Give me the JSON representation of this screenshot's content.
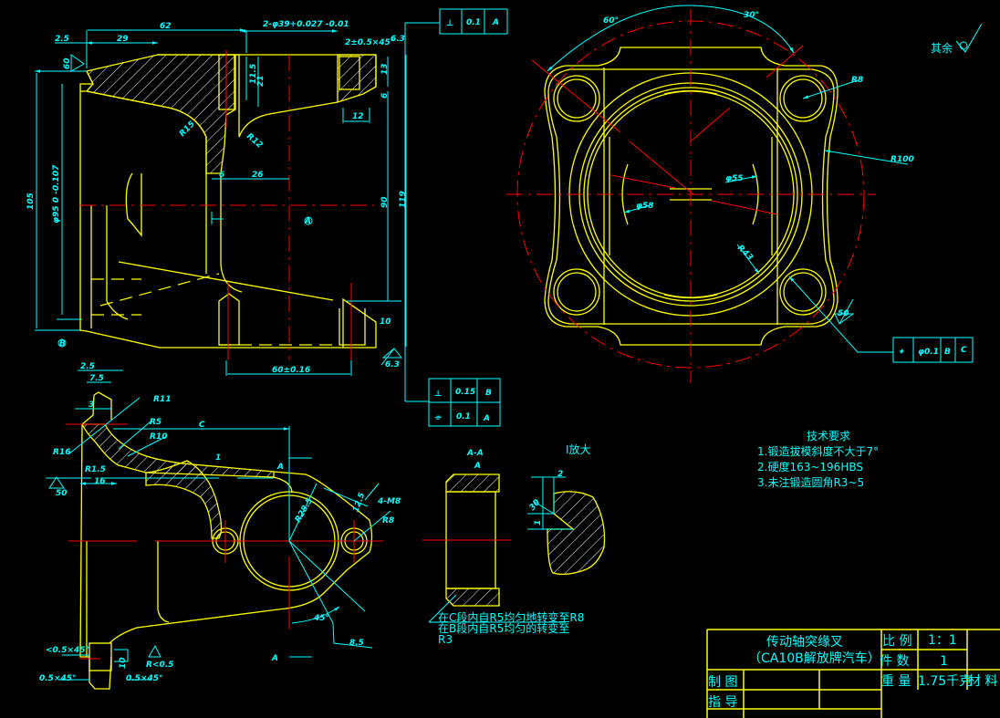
{
  "colors": {
    "background": "#000000",
    "outline": "#ffff00",
    "dimension": "#00ffff",
    "centerline": "#ff0000"
  },
  "front_view": {
    "dims": {
      "d2_5": "2.5",
      "d29": "29",
      "d62": "62",
      "bore": "2-φ39+0.027 -0.01",
      "chamfer": "2±0.5×45°",
      "rough_6_3": "6.3",
      "angle60": "60",
      "d105": "105",
      "d95": "φ95 0 -0.107",
      "d11_5": "11.5",
      "d21": "21",
      "d13": "13",
      "d6": "6",
      "d12": "12",
      "r15": "R15",
      "r12": "R12",
      "d6b": "6",
      "d26": "26",
      "d90": "90",
      "d119": "119",
      "d10": "10",
      "d60": "60±0.16",
      "rough_6_3b": "6.3",
      "datum_a": "A",
      "datum_b": "B"
    },
    "tolerance_top": {
      "symbol": "⊥",
      "value": "0.1",
      "datum": "A"
    },
    "tolerance_bottom": [
      {
        "symbol": "⊥",
        "value": "0.15",
        "datum": "B"
      },
      {
        "symbol": "⌯",
        "value": "0.1",
        "datum": "A"
      }
    ]
  },
  "flange_view": {
    "dims": {
      "a60": "60°",
      "a30": "30°",
      "r8": "R8",
      "r100": "R100",
      "d55": "φ55",
      "d58": "φ58",
      "r43": "R43",
      "rough50": "50"
    },
    "tolerance": {
      "symbol": "⌖",
      "value": "φ0.1",
      "datum1": "B",
      "datum2": "C"
    },
    "surface_note": "其余"
  },
  "side_view": {
    "dims": {
      "d2_5": "2.5",
      "d7_5": "7.5",
      "d3": "3",
      "r11": "R11",
      "r5": "R5",
      "r10": "R10",
      "r16": "R16",
      "c": "C",
      "r1_5": "R1.5",
      "d16": "16",
      "rough50": "50",
      "one": "1",
      "r28_5": "R28.5",
      "m8": "4-M8",
      "r8": "R8",
      "d12_5": "12.5",
      "a45": "45°",
      "d8_5": "8.5",
      "chamfer1": "<0.5×45°",
      "chamfer2": "0.5×45°",
      "chamfer3": "0.5×45°",
      "r0_5": "R<0.5",
      "d10": "10",
      "sec_a_top": "A",
      "sec_a_bottom": "A"
    }
  },
  "section_aa": {
    "title": "A-A",
    "sub": "A",
    "note1": "在C段内自R5均匀地转变至R8",
    "note2": "在B段内自R5均匀的转变至",
    "note3": "R3"
  },
  "detail_i": {
    "title": "I放大",
    "d2": "2",
    "a30": "30",
    "d1": "1"
  },
  "tech_requirements": {
    "title": "技术要求",
    "items": [
      "1.锻造拔模斜度不大于7°",
      "2.硬度163~196HBS",
      "3.未注锻造圆角R3~5"
    ]
  },
  "title_block": {
    "name": "传动轴突缘叉",
    "subtitle": "（CA10B解放牌汽车）",
    "scale_label": "比 例",
    "scale_value": "1：1",
    "count_label": "件 数",
    "count_value": "1",
    "weight_label": "重 量",
    "weight_value": "1.75千克",
    "material_label": "材 料",
    "drawn_label": "制 图",
    "guide_label": "指 导"
  }
}
